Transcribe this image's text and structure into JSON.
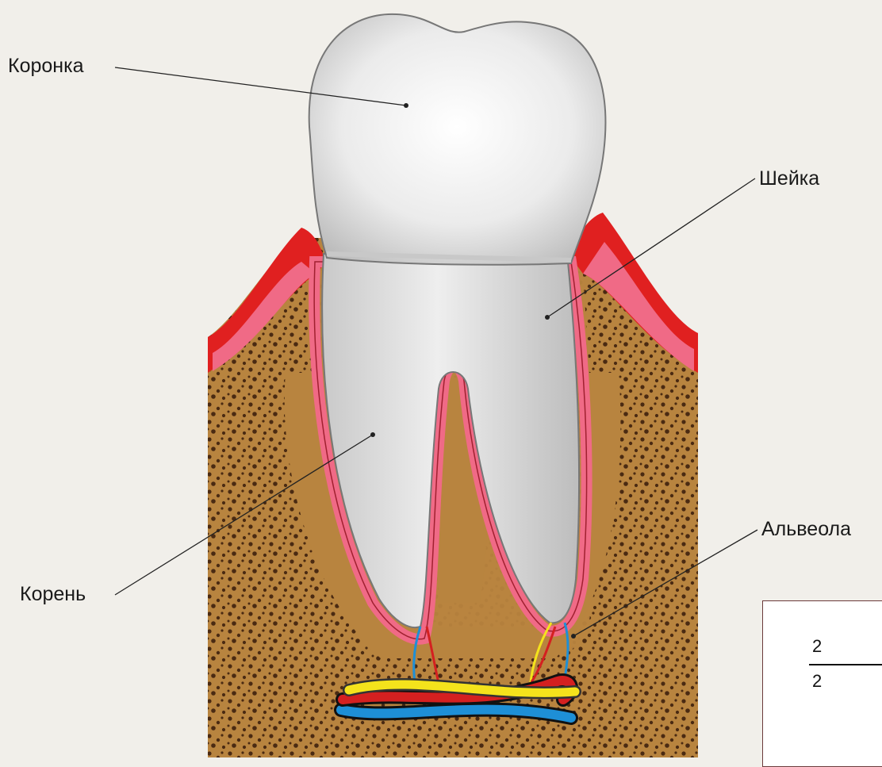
{
  "labels": {
    "crown": "Коронка",
    "neck": "Шейка",
    "root": "Корень",
    "alveolus": "Альвеола"
  },
  "fraction": {
    "numerator": "2",
    "denominator": "2"
  },
  "colors": {
    "background": "#f1efea",
    "bone": "#b8843f",
    "bone_speckle": "#4a2a12",
    "gum_outer": "#e02020",
    "gum_inner": "#f06a86",
    "tooth": "#d9d9d9",
    "tooth_light": "#f4f4f4",
    "nerve": "#f4e31c",
    "artery": "#d42020",
    "vein": "#1e8fd6"
  }
}
